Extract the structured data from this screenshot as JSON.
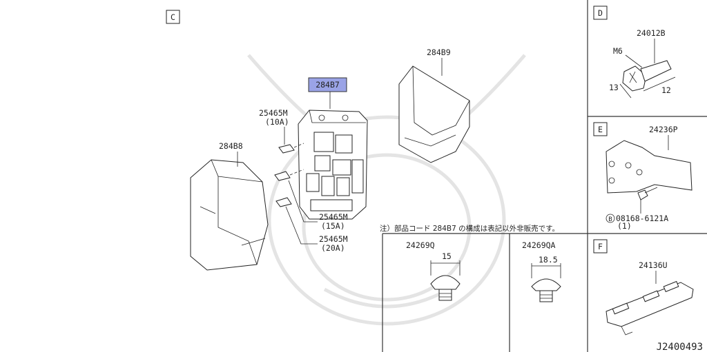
{
  "sections": {
    "c": {
      "tag": "C",
      "parts": {
        "fuse_block": "284B7",
        "cover_lower": "284B8",
        "cover_upper": "284B9",
        "fuse_10a": {
          "code": "25465M",
          "rating": "(10A)"
        },
        "fuse_15a": {
          "code": "25465M",
          "rating": "(15A)"
        },
        "fuse_20a": {
          "code": "25465M",
          "rating": "(20A)"
        }
      }
    },
    "d": {
      "tag": "D",
      "part": "24012B",
      "dims": {
        "thread": "M6",
        "head": "13",
        "length": "12"
      }
    },
    "e": {
      "tag": "E",
      "part": "24236P",
      "bolt": {
        "code": "08168-6121A",
        "qty": "(1)",
        "prefix": "B"
      }
    },
    "f": {
      "tag": "F",
      "part": "24136U"
    },
    "clips": {
      "note": "注）部品コード 284B7 の構成は表記以外非販売です。",
      "left": {
        "part": "24269Q",
        "dim": "15"
      },
      "right": {
        "part": "24269QA",
        "dim": "18.5"
      }
    }
  },
  "diagram_id": "J2400493",
  "highlight_color": "#9aa3e6"
}
